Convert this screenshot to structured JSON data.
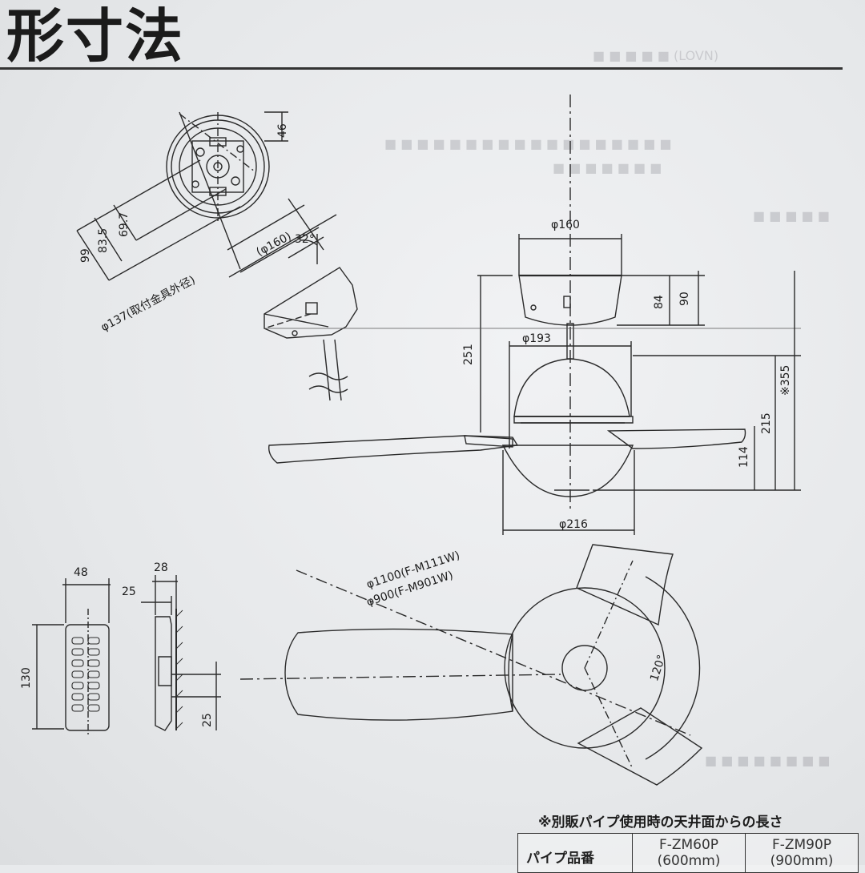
{
  "header": {
    "title": "形寸法"
  },
  "ceiling_mount": {
    "dim_46": "46",
    "dim_69_7": "69.7",
    "dim_83_5": "83.5",
    "dim_99": "99",
    "dim_phi160": "(φ160)",
    "angle_32": "32°",
    "phi137_label": "φ137(取付金具外径)"
  },
  "fan_side": {
    "phi160": "φ160",
    "dim_84": "84",
    "dim_90": "90",
    "phi193": "φ193",
    "dim_251": "251",
    "dim_355": "※355",
    "dim_215": "215",
    "dim_114": "114",
    "phi216": "φ216"
  },
  "remote": {
    "dim_48": "48",
    "dim_28": "28",
    "dim_25_top": "25",
    "dim_130": "130",
    "dim_25_bottom": "25"
  },
  "blade_plan": {
    "span_1100": "φ1100(F-M111W)",
    "span_900": "φ900(F-M901W)",
    "angle_120": "120°"
  },
  "pipe_table": {
    "note": "※別販パイプ使用時の天井面からの長さ",
    "header": "パイプ品番",
    "col1_model": "F-ZM60P",
    "col1_length": "(600mm)",
    "col2_model": "F-ZM90P",
    "col2_length": "(900mm)"
  }
}
